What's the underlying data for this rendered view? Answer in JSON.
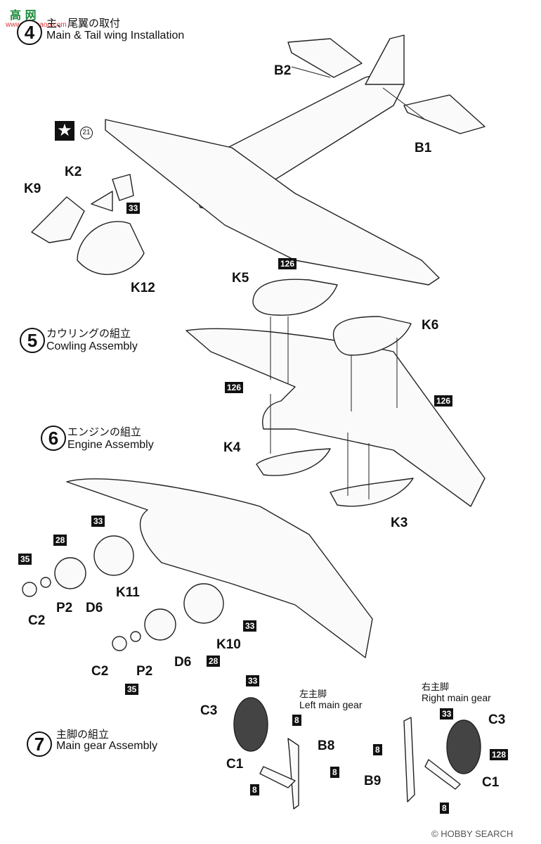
{
  "watermark": {
    "logo": "高 网",
    "site": "www.shumaoo.com"
  },
  "steps": [
    {
      "num": "4",
      "jp": "主、尾翼の取付",
      "en": "Main & Tail wing Installation"
    },
    {
      "num": "5",
      "jp": "カウリングの組立",
      "en": "Cowling Assembly"
    },
    {
      "num": "6",
      "jp": "エンジンの組立",
      "en": "Engine Assembly"
    },
    {
      "num": "7",
      "jp": "主脚の組立",
      "en": "Main gear Assembly"
    }
  ],
  "parts": {
    "b2": "B2",
    "b1": "B1",
    "k2": "K2",
    "k9": "K9",
    "k12": "K12",
    "k5": "K5",
    "k6": "K6",
    "k4": "K4",
    "k3": "K3",
    "k11": "K11",
    "c2a": "C2",
    "p2a": "P2",
    "d6a": "D6",
    "k10": "K10",
    "c2b": "C2",
    "p2b": "P2",
    "d6b": "D6",
    "c3a": "C3",
    "b8": "B8",
    "c1a": "C1",
    "c3b": "C3",
    "b9": "B9",
    "c1b": "C1"
  },
  "colors": {
    "c33": "33",
    "c126a": "126",
    "c126b": "126",
    "c126c": "126",
    "c33b": "33",
    "c28a": "28",
    "c35a": "35",
    "c33c": "33",
    "c28b": "28",
    "c35b": "35",
    "c33d": "33",
    "c8a": "8",
    "c8b": "8",
    "c8c": "8",
    "c33e": "33",
    "c8d": "8",
    "c128": "128",
    "c8e": "8"
  },
  "marking": {
    "star": "★",
    "ref": "21"
  },
  "gear": {
    "left_jp": "左主脚",
    "left_en": "Left main gear",
    "right_jp": "右主脚",
    "right_en": "Right main gear"
  },
  "footer": "© HOBBY SEARCH"
}
